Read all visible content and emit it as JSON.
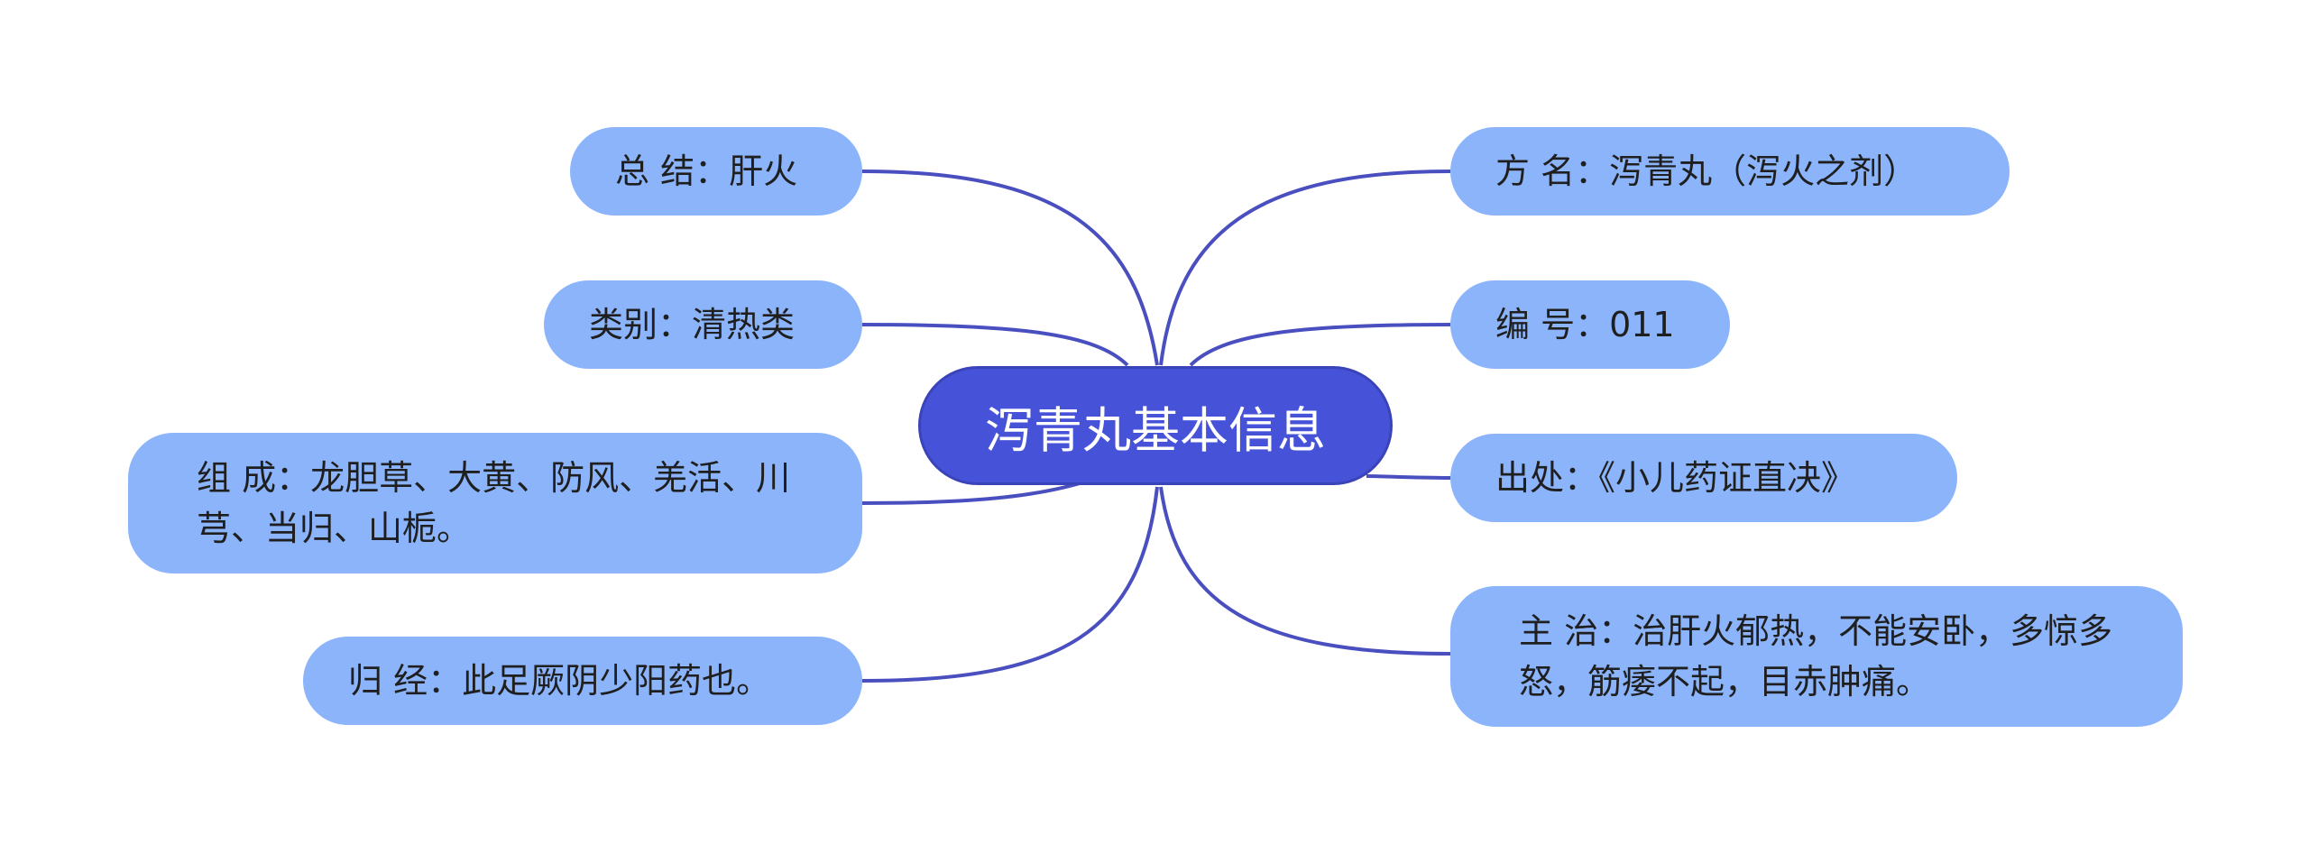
{
  "center": {
    "label": "泻青丸基本信息"
  },
  "left": [
    {
      "id": "summary",
      "label": "总 结：肝火"
    },
    {
      "id": "category",
      "label": "类别：清热类"
    },
    {
      "id": "composition",
      "label": "组 成：龙胆草、大黄、防风、羌活、川芎、当归、山栀。"
    },
    {
      "id": "meridian",
      "label": "归 经：此足厥阴少阳药也。"
    }
  ],
  "right": [
    {
      "id": "name",
      "label": "方 名：泻青丸（泻火之剂）"
    },
    {
      "id": "number",
      "label": "编 号：011"
    },
    {
      "id": "source",
      "label": "出处：《小儿药证直决》"
    },
    {
      "id": "indication",
      "label": "主 治：治肝火郁热，不能安卧，多惊多怒，筋痿不起，目赤肿痛。"
    }
  ],
  "colors": {
    "center": "#4652d8",
    "node": "#8cb4fb",
    "line": "#4a4fc0",
    "text": "#1f1f1f"
  }
}
